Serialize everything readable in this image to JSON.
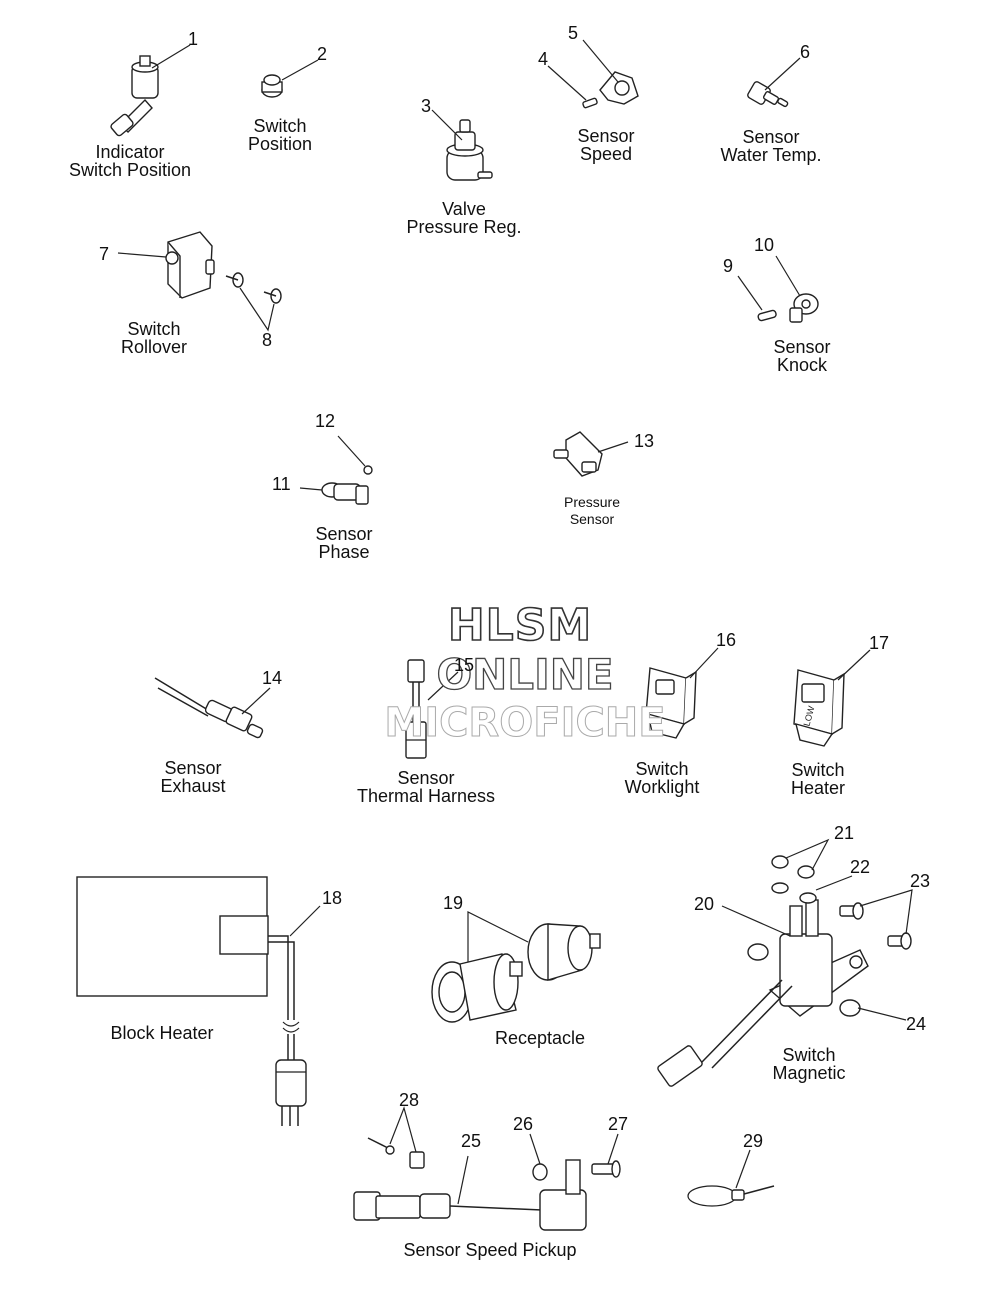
{
  "watermark": {
    "line1": "HLSM",
    "line2": "ONLINE",
    "line3": "MICROFICHE"
  },
  "callouts": [
    "1",
    "2",
    "3",
    "4",
    "5",
    "6",
    "7",
    "8",
    "9",
    "10",
    "11",
    "12",
    "13",
    "14",
    "15",
    "16",
    "17",
    "18",
    "19",
    "20",
    "21",
    "22",
    "23",
    "24",
    "25",
    "26",
    "27",
    "28",
    "29"
  ],
  "labels": {
    "indicator_switch_position": [
      "Indicator",
      "Switch Position"
    ],
    "switch_position": [
      "Switch",
      "Position"
    ],
    "valve_pressure_reg": [
      "Valve",
      "Pressure Reg."
    ],
    "sensor_speed": [
      "Sensor",
      "Speed"
    ],
    "sensor_water_temp": [
      "Sensor",
      "Water Temp."
    ],
    "switch_rollover": [
      "Switch",
      "Rollover"
    ],
    "sensor_knock": [
      "Sensor",
      "Knock"
    ],
    "sensor_phase": [
      "Sensor",
      "Phase"
    ],
    "pressure_sensor": [
      "Pressure",
      "Sensor"
    ],
    "sensor_exhaust": [
      "Sensor",
      "Exhaust"
    ],
    "sensor_thermal_harness": [
      "Sensor",
      "Thermal Harness"
    ],
    "switch_worklight": [
      "Switch",
      "Worklight"
    ],
    "switch_heater": [
      "Switch",
      "Heater"
    ],
    "block_heater": "Block Heater",
    "receptacle": "Receptacle",
    "switch_magnetic": [
      "Switch",
      "Magnetic"
    ],
    "sensor_speed_pickup": "Sensor Speed Pickup"
  },
  "switch_faces": {
    "heater": "LOW"
  }
}
